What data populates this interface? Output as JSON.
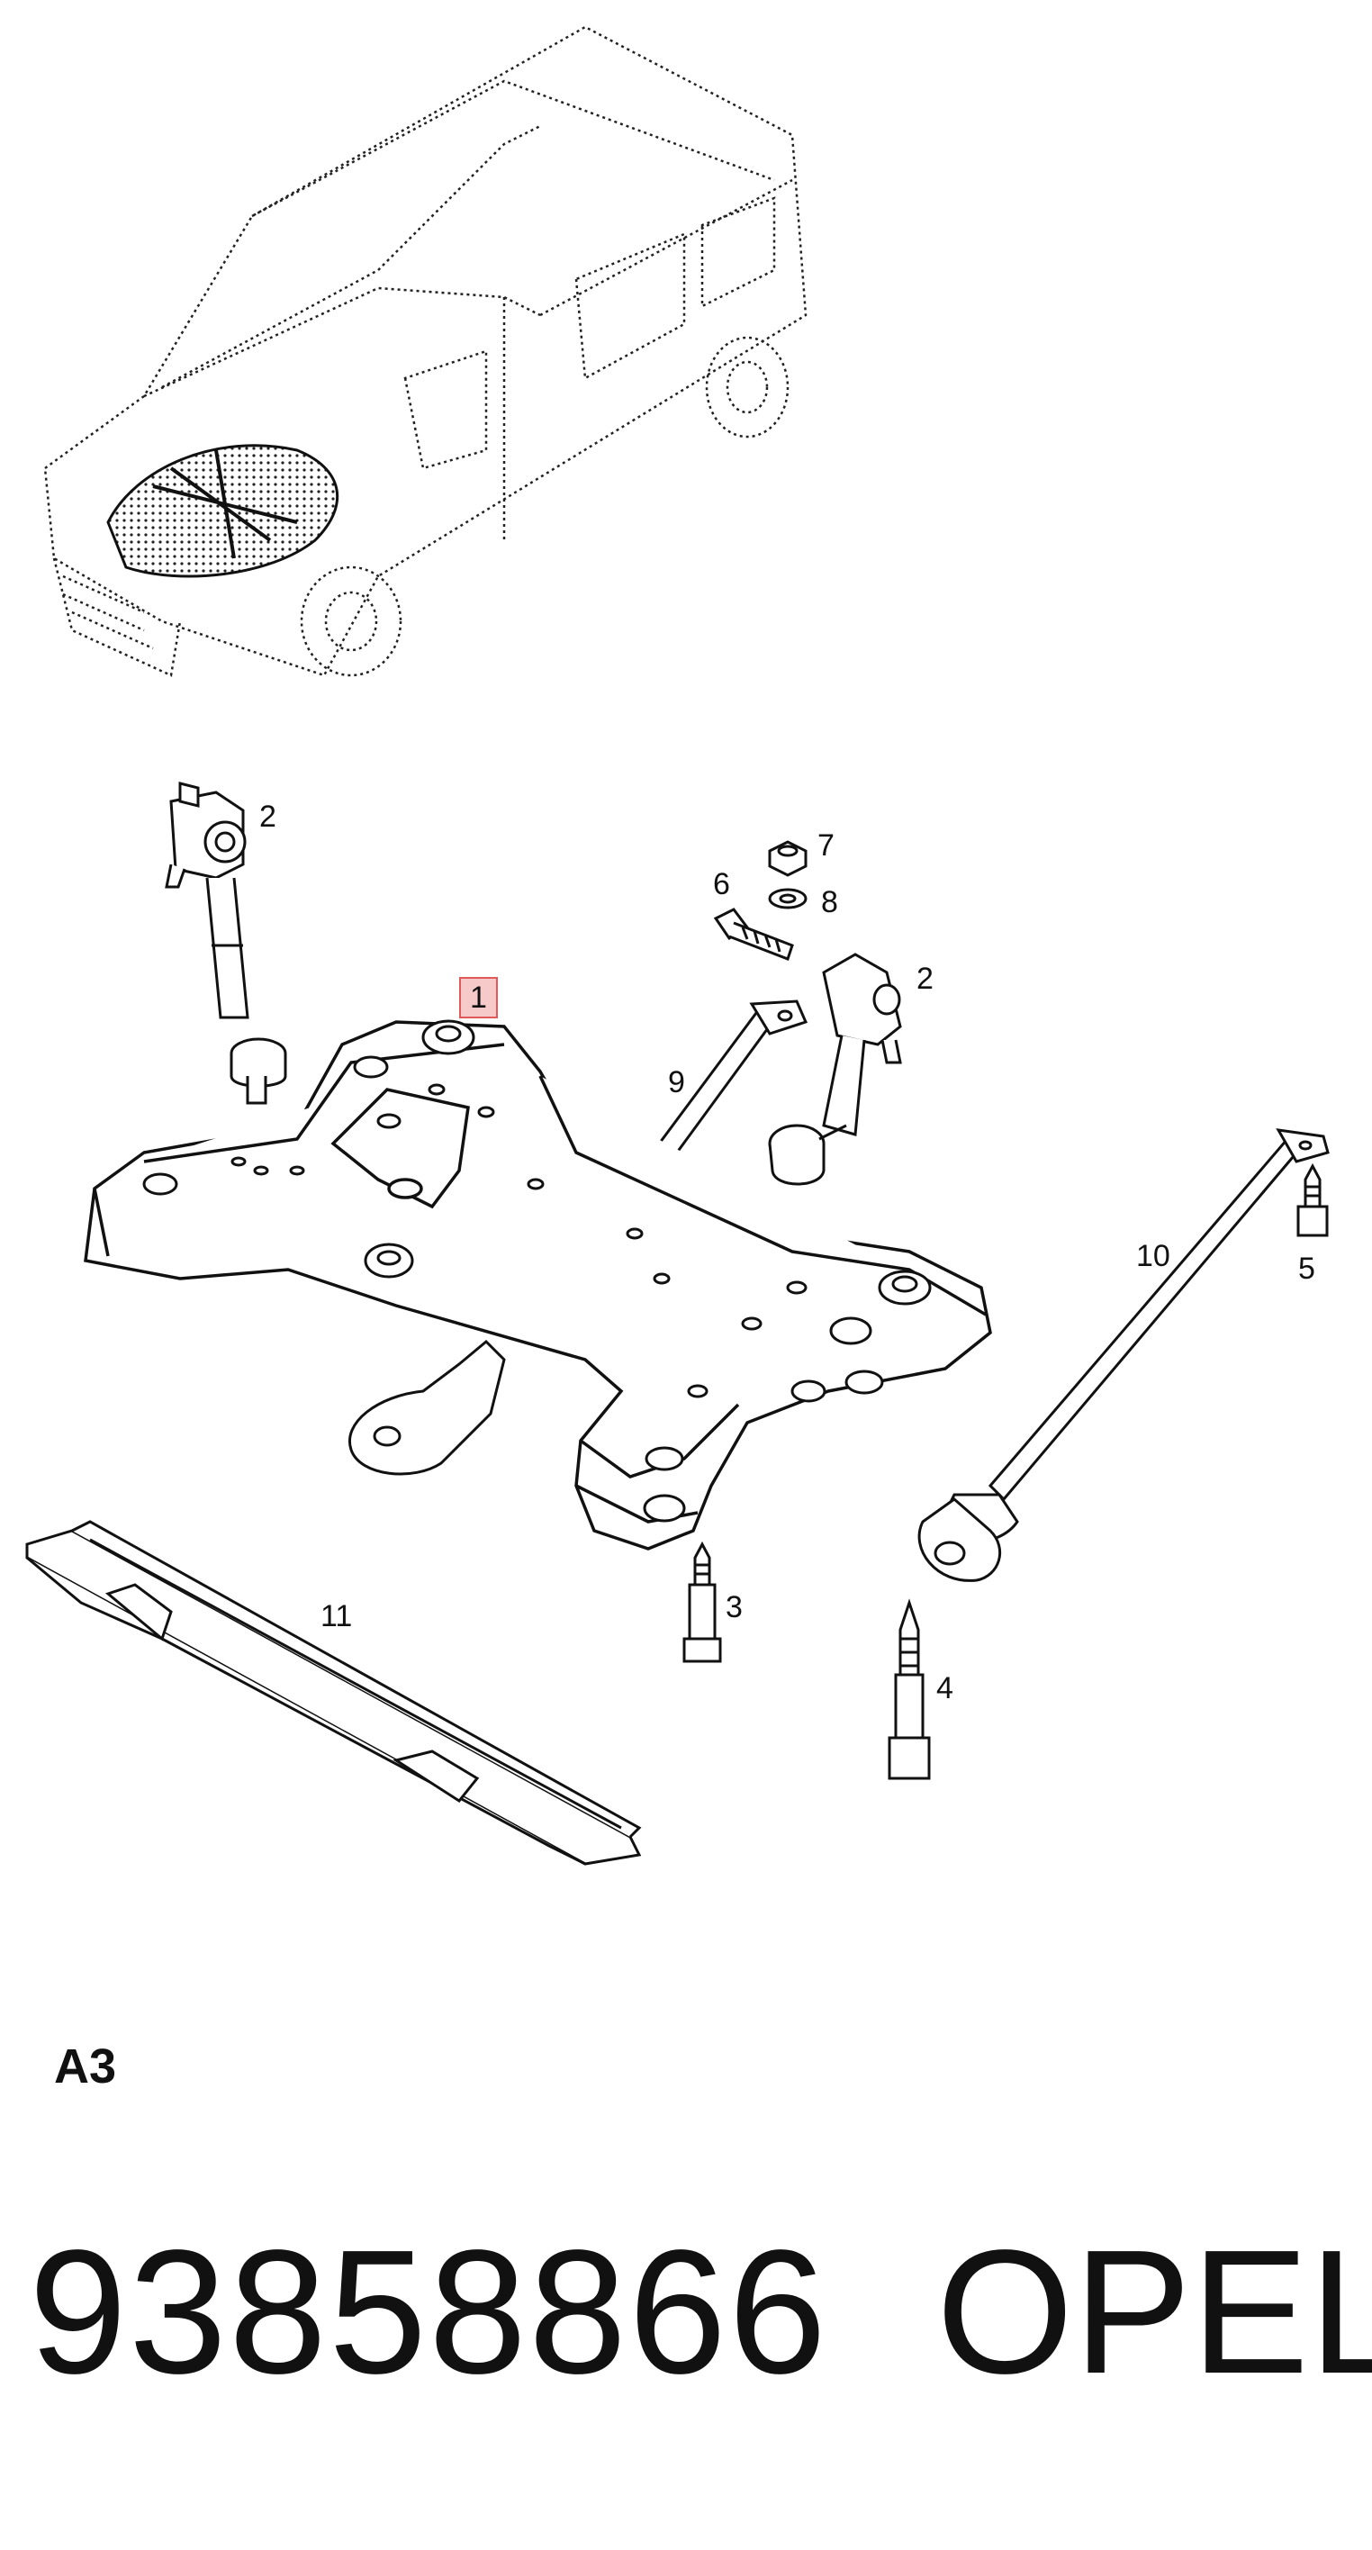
{
  "callouts": {
    "c1": "1",
    "c2a": "2",
    "c2b": "2",
    "c3": "3",
    "c4": "4",
    "c5": "5",
    "c6": "6",
    "c7": "7",
    "c8": "8",
    "c9": "9",
    "c10": "10",
    "c11": "11"
  },
  "section_label": "A3",
  "part_number": "93858866",
  "brand": "OPEL",
  "colors": {
    "line": "#111111",
    "highlight_fill": "#f7caca",
    "highlight_border": "#e05a5a"
  }
}
